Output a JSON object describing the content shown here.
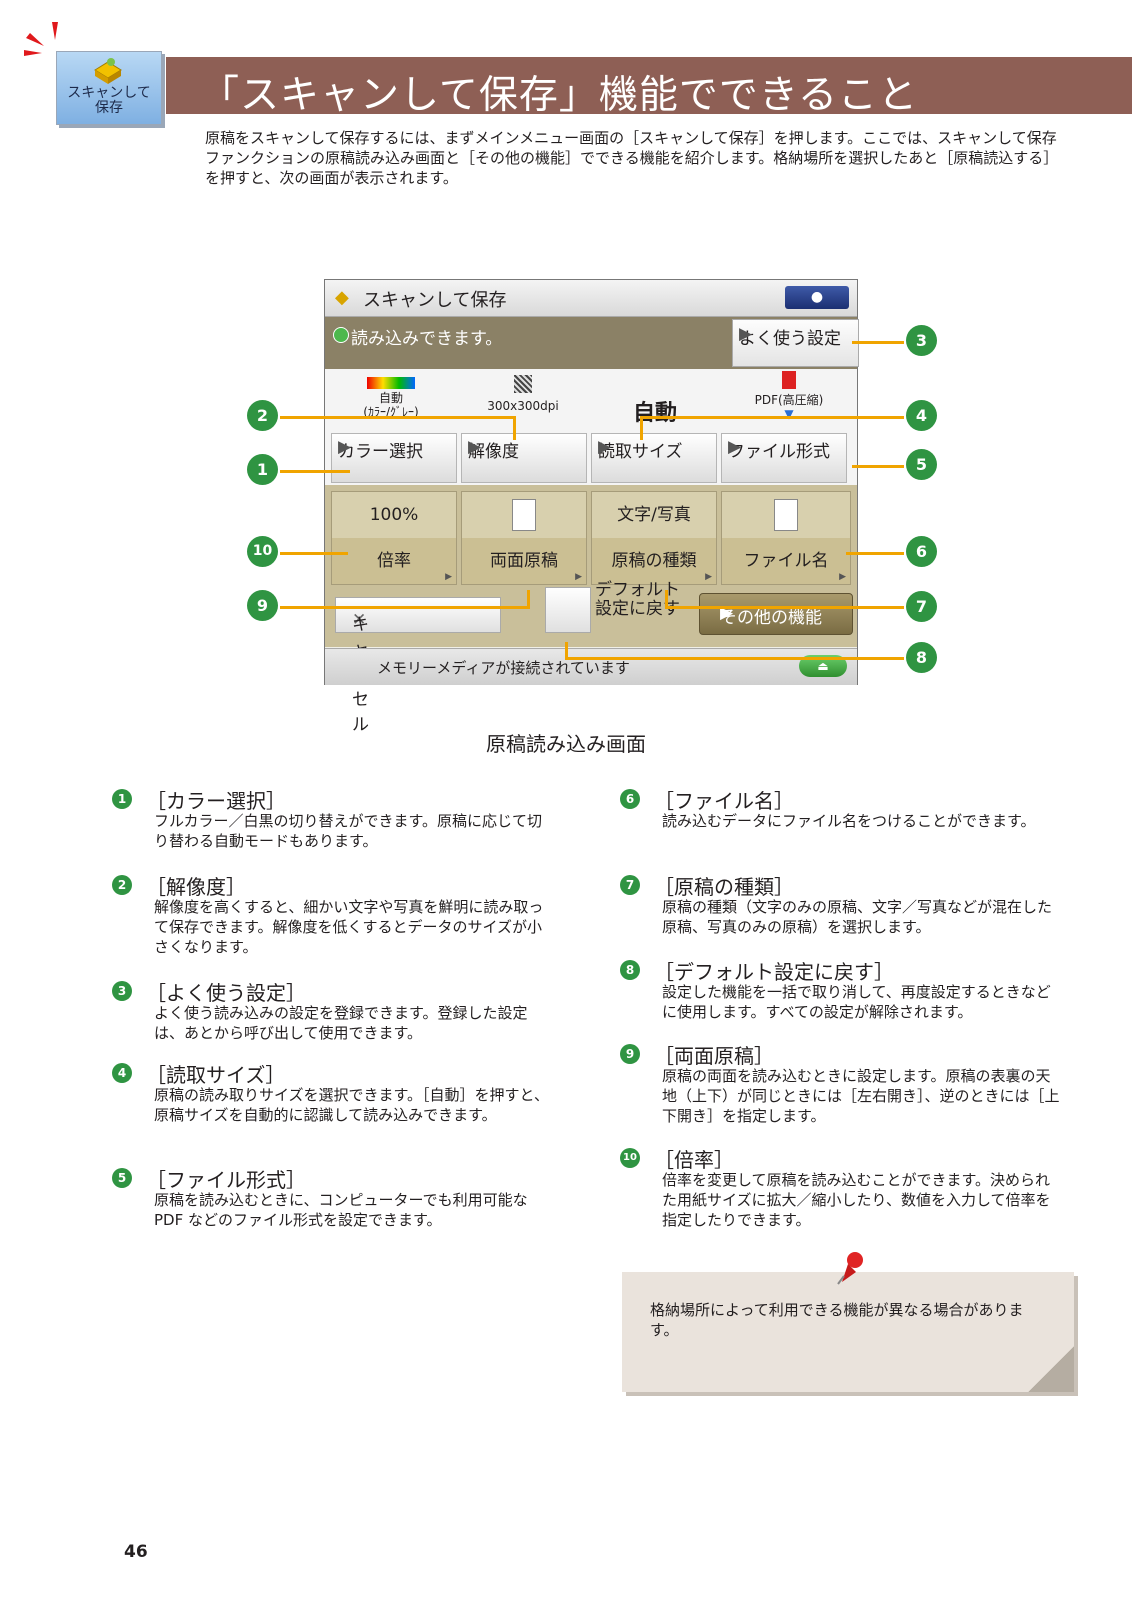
{
  "header": {
    "section_icon_label": "スキャンして\n保存",
    "title": "「スキャンして保存」機能でできること",
    "intro": "原稿をスキャンして保存するには、まずメインメニュー画面の［スキャンして保存］を押します。ここでは、スキャンして保存ファンクションの原稿読み込み画面と［その他の機能］でできる機能を紹介します。格納場所を選択したあと［原稿読込する］を押すと、次の画面が表示されます。"
  },
  "screen": {
    "title": "スキャンして保存",
    "status": "読み込みできます。",
    "favorite_button": "よく使う設定",
    "info": {
      "color_mode": "自動",
      "color_mode_sub": "(ｶﾗｰ/ｸﾞﾚｰ)",
      "resolution": "300x300dpi",
      "scan_size": "自動",
      "file_format": "PDF(高圧縮)"
    },
    "buttons": {
      "color_select": "カラー選択",
      "resolution": "解像度",
      "scan_size": "読取サイズ",
      "file_format": "ファイル形式"
    },
    "functions": {
      "zoom_value": "100%",
      "zoom_label": "倍率",
      "duplex_label": "両面原稿",
      "original_type_value": "文字/写真",
      "original_type_label": "原稿の種類",
      "file_name_label": "ファイル名"
    },
    "cancel": "キャンセル",
    "reset_label": "デフォルト\n設定に戻す",
    "other_functions": "その他の機能",
    "media_status": "メモリーメディアが接続されています"
  },
  "callouts": [
    "1",
    "2",
    "3",
    "4",
    "5",
    "6",
    "7",
    "8",
    "9",
    "10"
  ],
  "caption": "原稿読み込み画面",
  "descriptions": [
    {
      "num": "1",
      "heading": "［カラー選択］",
      "body": "フルカラー／白黒の切り替えができます。原稿に応じて切り替わる自動モードもあります。"
    },
    {
      "num": "2",
      "heading": "［解像度］",
      "body": "解像度を高くすると、細かい文字や写真を鮮明に読み取って保存できます。解像度を低くするとデータのサイズが小さくなります。"
    },
    {
      "num": "3",
      "heading": "［よく使う設定］",
      "body": "よく使う読み込みの設定を登録できます。登録した設定は、あとから呼び出して使用できます。"
    },
    {
      "num": "4",
      "heading": "［読取サイズ］",
      "body": "原稿の読み取りサイズを選択できます。［自動］を押すと、原稿サイズを自動的に認識して読み込みできます。"
    },
    {
      "num": "5",
      "heading": "［ファイル形式］",
      "body": "原稿を読み込むときに、コンピューターでも利用可能な PDF などのファイル形式を設定できます。"
    },
    {
      "num": "6",
      "heading": "［ファイル名］",
      "body": "読み込むデータにファイル名をつけることができます。"
    },
    {
      "num": "7",
      "heading": "［原稿の種類］",
      "body": "原稿の種類（文字のみの原稿、文字／写真などが混在した原稿、写真のみの原稿）を選択します。"
    },
    {
      "num": "8",
      "heading": "［デフォルト設定に戻す］",
      "body": "設定した機能を一括で取り消して、再度設定するときなどに使用します。すべての設定が解除されます。"
    },
    {
      "num": "9",
      "heading": "［両面原稿］",
      "body": "原稿の両面を読み込むときに設定します。原稿の表裏の天地（上下）が同じときには［左右開き］、逆のときには［上下開き］を指定します。"
    },
    {
      "num": "10",
      "heading": "［倍率］",
      "body": "倍率を変更して原稿を読み込むことができます。決められた用紙サイズに拡大／縮小したり、数値を入力して倍率を指定したりできます。"
    }
  ],
  "note": "格納場所によって利用できる機能が異なる場合があります。",
  "page_number": "46",
  "colors": {
    "title_bar": "#8e5f55",
    "accent_green": "#2f9442",
    "leader_orange": "#f0a400"
  }
}
